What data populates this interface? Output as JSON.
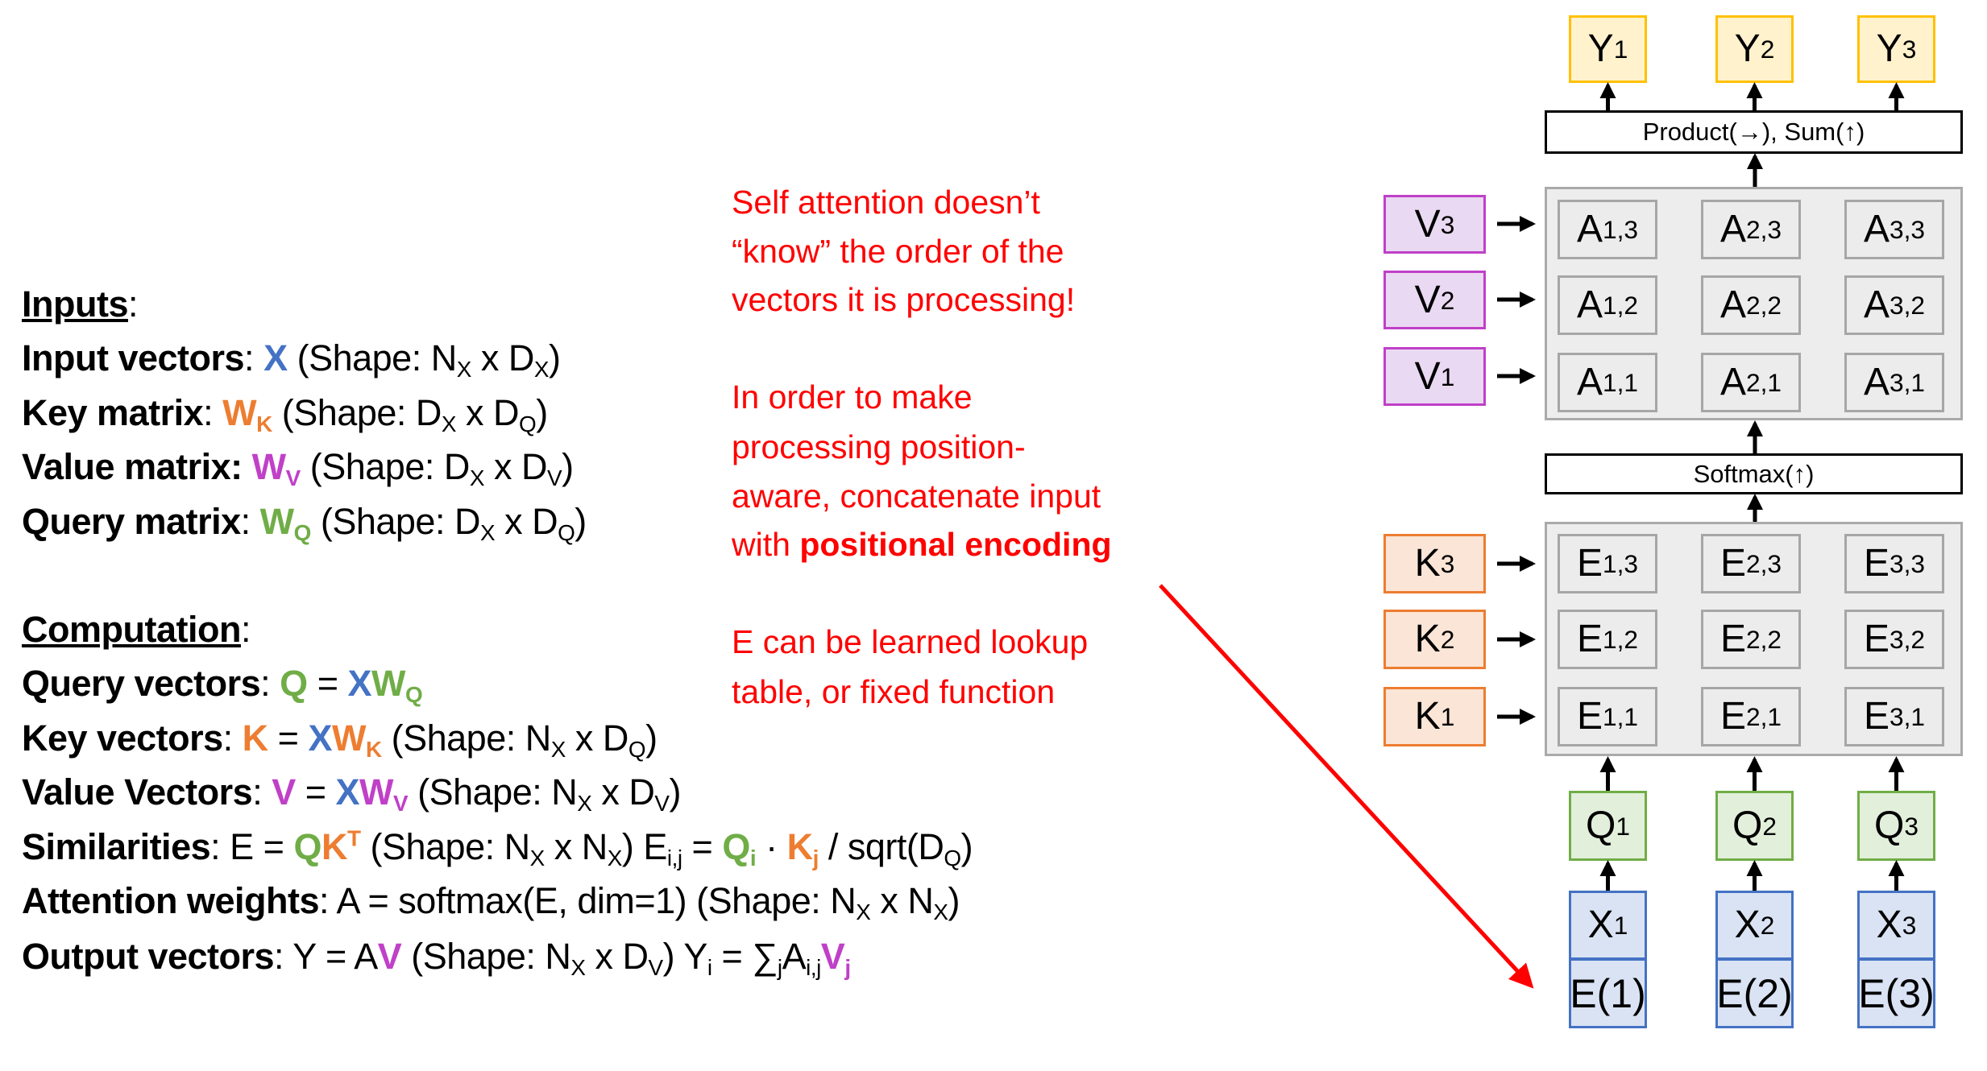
{
  "colors": {
    "blue": "#4472c4",
    "orange": "#ed7d31",
    "purple": "#c040c8",
    "green": "#70ad47",
    "red": "#ff0000"
  },
  "left_text": [
    [
      {
        "t": "Inputs",
        "b": 1,
        "u": 1
      },
      {
        "t": ":"
      }
    ],
    [
      {
        "t": "Input vectors",
        "b": 1
      },
      {
        "t": ": "
      },
      {
        "t": "X",
        "b": 1,
        "c": "blue"
      },
      {
        "t": " (Shape: N"
      },
      {
        "sub": "X"
      },
      {
        "t": " x D"
      },
      {
        "sub": "X"
      },
      {
        "t": ")"
      }
    ],
    [
      {
        "t": "Key matrix",
        "b": 1
      },
      {
        "t": ": "
      },
      {
        "t": "W",
        "b": 1,
        "c": "orange"
      },
      {
        "sub": "K",
        "b": 1,
        "c": "orange"
      },
      {
        "t": " (Shape: D"
      },
      {
        "sub": "X"
      },
      {
        "t": " x D"
      },
      {
        "sub": "Q"
      },
      {
        "t": ")"
      }
    ],
    [
      {
        "t": "Value matrix:",
        "b": 1
      },
      {
        "t": " "
      },
      {
        "t": "W",
        "b": 1,
        "c": "purple"
      },
      {
        "sub": "V",
        "b": 1,
        "c": "purple"
      },
      {
        "t": " (Shape: D"
      },
      {
        "sub": "X"
      },
      {
        "t": " x D"
      },
      {
        "sub": "V"
      },
      {
        "t": ")"
      }
    ],
    [
      {
        "t": "Query matrix",
        "b": 1
      },
      {
        "t": ": "
      },
      {
        "t": "W",
        "b": 1,
        "c": "green"
      },
      {
        "sub": "Q",
        "b": 1,
        "c": "green"
      },
      {
        "t": " (Shape: D"
      },
      {
        "sub": "X"
      },
      {
        "t": " x D"
      },
      {
        "sub": "Q"
      },
      {
        "t": ")"
      }
    ],
    [
      {
        "t": "Computation",
        "b": 1,
        "u": 1
      },
      {
        "t": ":"
      }
    ],
    [
      {
        "t": "Query vectors",
        "b": 1
      },
      {
        "t": ": "
      },
      {
        "t": "Q",
        "b": 1,
        "c": "green"
      },
      {
        "t": " = "
      },
      {
        "t": "X",
        "b": 1,
        "c": "blue"
      },
      {
        "t": "W",
        "b": 1,
        "c": "green"
      },
      {
        "sub": "Q",
        "b": 1,
        "c": "green"
      }
    ],
    [
      {
        "t": "Key vectors",
        "b": 1
      },
      {
        "t": ": "
      },
      {
        "t": "K",
        "b": 1,
        "c": "orange"
      },
      {
        "t": " = "
      },
      {
        "t": "X",
        "b": 1,
        "c": "blue"
      },
      {
        "t": "W",
        "b": 1,
        "c": "orange"
      },
      {
        "sub": "K",
        "b": 1,
        "c": "orange"
      },
      {
        "t": "  (Shape: N"
      },
      {
        "sub": "X"
      },
      {
        "t": " x D"
      },
      {
        "sub": "Q"
      },
      {
        "t": ")"
      }
    ],
    [
      {
        "t": "Value Vectors",
        "b": 1
      },
      {
        "t": ": "
      },
      {
        "t": "V",
        "b": 1,
        "c": "purple"
      },
      {
        "t": " = "
      },
      {
        "t": "X",
        "b": 1,
        "c": "blue"
      },
      {
        "t": "W",
        "b": 1,
        "c": "purple"
      },
      {
        "sub": "V",
        "b": 1,
        "c": "purple"
      },
      {
        "t": " (Shape: N"
      },
      {
        "sub": "X"
      },
      {
        "t": " x D"
      },
      {
        "sub": "V"
      },
      {
        "t": ")"
      }
    ],
    [
      {
        "t": "Similarities",
        "b": 1
      },
      {
        "t": ": E = "
      },
      {
        "t": "Q",
        "b": 1,
        "c": "green"
      },
      {
        "t": "K",
        "b": 1,
        "c": "orange"
      },
      {
        "sup": "T",
        "b": 1,
        "c": "orange"
      },
      {
        "t": " (Shape: N"
      },
      {
        "sub": "X"
      },
      {
        "t": " x N"
      },
      {
        "sub": "X"
      },
      {
        "t": ") E"
      },
      {
        "sub": "i,j"
      },
      {
        "t": " = "
      },
      {
        "t": "Q",
        "b": 1,
        "c": "green"
      },
      {
        "sub": "i",
        "b": 1,
        "c": "green"
      },
      {
        "t": " · "
      },
      {
        "t": "K",
        "b": 1,
        "c": "orange"
      },
      {
        "sub": "j",
        "b": 1,
        "c": "orange"
      },
      {
        "t": " / sqrt(D"
      },
      {
        "sub": "Q"
      },
      {
        "t": ")"
      }
    ],
    [
      {
        "t": "Attention weights",
        "b": 1
      },
      {
        "t": ": A = softmax(E, dim=1)  (Shape: N"
      },
      {
        "sub": "X"
      },
      {
        "t": " x N"
      },
      {
        "sub": "X"
      },
      {
        "t": ")"
      }
    ],
    [
      {
        "t": "Output vectors",
        "b": 1
      },
      {
        "t": ": Y = A"
      },
      {
        "t": "V",
        "b": 1,
        "c": "purple"
      },
      {
        "t": " (Shape: N"
      },
      {
        "sub": "X"
      },
      {
        "t": " x D"
      },
      {
        "sub": "V"
      },
      {
        "t": ") Y"
      },
      {
        "sub": "i"
      },
      {
        "t": " = ∑"
      },
      {
        "sub": "j"
      },
      {
        "t": "A"
      },
      {
        "sub": "i,j"
      },
      {
        "t": "V",
        "b": 1,
        "c": "purple"
      },
      {
        "sub": "j",
        "b": 1,
        "c": "purple"
      }
    ]
  ],
  "red_text": [
    [
      {
        "t": "Self attention doesn’t"
      }
    ],
    [
      {
        "t": "“know” the order of the"
      }
    ],
    [
      {
        "t": "vectors it is processing!"
      }
    ],
    [
      {
        "t": "In order to make"
      }
    ],
    [
      {
        "t": "processing position-"
      }
    ],
    [
      {
        "t": "aware, concatenate input"
      }
    ],
    [
      {
        "t": "with "
      },
      {
        "t": "positional encoding",
        "b": 1
      }
    ],
    [
      {
        "t": "E can be learned lookup"
      }
    ],
    [
      {
        "t": "table, or fixed function"
      }
    ]
  ],
  "diagram": {
    "outputs": [
      {
        "l": "Y",
        "s": "1"
      },
      {
        "l": "Y",
        "s": "2"
      },
      {
        "l": "Y",
        "s": "3"
      }
    ],
    "product_label": "Product(→),  Sum(↑)",
    "values": [
      {
        "l": "V",
        "s": "3"
      },
      {
        "l": "V",
        "s": "2"
      },
      {
        "l": "V",
        "s": "1"
      }
    ],
    "attention": [
      [
        {
          "l": "A",
          "s": "1,3"
        },
        {
          "l": "A",
          "s": "2,3"
        },
        {
          "l": "A",
          "s": "3,3"
        }
      ],
      [
        {
          "l": "A",
          "s": "1,2"
        },
        {
          "l": "A",
          "s": "2,2"
        },
        {
          "l": "A",
          "s": "3,2"
        }
      ],
      [
        {
          "l": "A",
          "s": "1,1"
        },
        {
          "l": "A",
          "s": "2,1"
        },
        {
          "l": "A",
          "s": "3,1"
        }
      ]
    ],
    "softmax_label": "Softmax(↑)",
    "keys": [
      {
        "l": "K",
        "s": "3"
      },
      {
        "l": "K",
        "s": "2"
      },
      {
        "l": "K",
        "s": "1"
      }
    ],
    "similarities": [
      [
        {
          "l": "E",
          "s": "1,3"
        },
        {
          "l": "E",
          "s": "2,3"
        },
        {
          "l": "E",
          "s": "3,3"
        }
      ],
      [
        {
          "l": "E",
          "s": "1,2"
        },
        {
          "l": "E",
          "s": "2,2"
        },
        {
          "l": "E",
          "s": "3,2"
        }
      ],
      [
        {
          "l": "E",
          "s": "1,1"
        },
        {
          "l": "E",
          "s": "2,1"
        },
        {
          "l": "E",
          "s": "3,1"
        }
      ]
    ],
    "queries": [
      {
        "l": "Q",
        "s": "1"
      },
      {
        "l": "Q",
        "s": "2"
      },
      {
        "l": "Q",
        "s": "3"
      }
    ],
    "inputs": [
      {
        "l": "X",
        "s": "1"
      },
      {
        "l": "X",
        "s": "2"
      },
      {
        "l": "X",
        "s": "3"
      }
    ],
    "encodings": [
      "E(1)",
      "E(2)",
      "E(3)"
    ]
  }
}
